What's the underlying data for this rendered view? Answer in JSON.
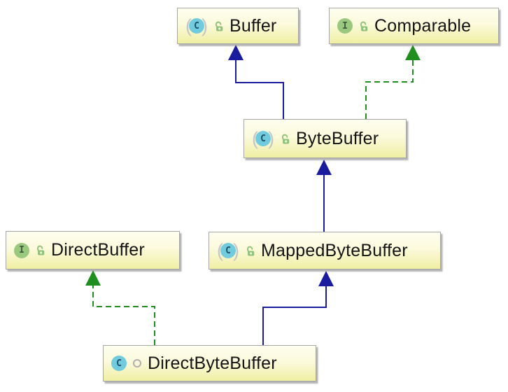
{
  "diagram": {
    "nodes": [
      {
        "id": "Buffer",
        "label": "Buffer",
        "kind": "abstract-class",
        "icon_letter": "C",
        "visibility": "public"
      },
      {
        "id": "Comparable",
        "label": "Comparable",
        "kind": "interface",
        "icon_letter": "I",
        "visibility": "public"
      },
      {
        "id": "ByteBuffer",
        "label": "ByteBuffer",
        "kind": "abstract-class",
        "icon_letter": "C",
        "visibility": "public"
      },
      {
        "id": "DirectBuffer",
        "label": "DirectBuffer",
        "kind": "interface",
        "icon_letter": "I",
        "visibility": "public"
      },
      {
        "id": "MappedByteBuffer",
        "label": "MappedByteBuffer",
        "kind": "abstract-class",
        "icon_letter": "C",
        "visibility": "public"
      },
      {
        "id": "DirectByteBuffer",
        "label": "DirectByteBuffer",
        "kind": "class",
        "icon_letter": "C",
        "visibility": "package-private"
      }
    ],
    "edges": [
      {
        "from": "ByteBuffer",
        "to": "Buffer",
        "type": "extends"
      },
      {
        "from": "ByteBuffer",
        "to": "Comparable",
        "type": "implements"
      },
      {
        "from": "MappedByteBuffer",
        "to": "ByteBuffer",
        "type": "extends"
      },
      {
        "from": "DirectByteBuffer",
        "to": "MappedByteBuffer",
        "type": "extends"
      },
      {
        "from": "DirectByteBuffer",
        "to": "DirectBuffer",
        "type": "implements"
      }
    ]
  },
  "colors": {
    "extends-edge": "#1B1B9E",
    "implements-edge": "#1E8F1E",
    "node-fill-top": "#FEFEF0",
    "node-fill-bottom": "#F0EFA3",
    "node-border": "#A6A6A6",
    "class-icon-fill": "#70CBDF",
    "interface-icon-fill": "#9BC87F",
    "lock-icon-green": "#8FC276",
    "package-icon-gray": "#B0B0B0",
    "abstract-paren-gray": "#C6C6C6"
  }
}
